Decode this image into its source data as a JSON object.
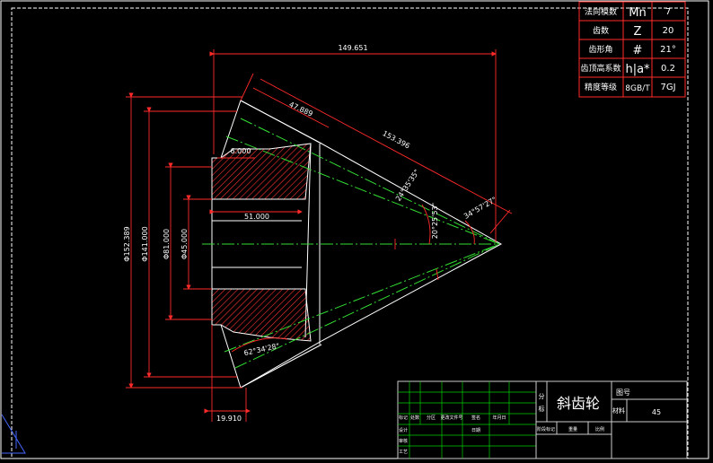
{
  "colors": {
    "background": "#000000",
    "frame": "#ffffff",
    "dimension": "#ff2a2a",
    "centerline": "#33dd33",
    "hatch": "#ff3333",
    "outline": "#ffffff",
    "titlebox": "#cccccc",
    "titlegrid": "#00d000"
  },
  "param_table": [
    {
      "name": "法向模数",
      "symbol": "Mn",
      "value": "7"
    },
    {
      "name": "齿数",
      "symbol": "Z",
      "value": "20"
    },
    {
      "name": "齿形角",
      "symbol": "#",
      "value": "21°"
    },
    {
      "name": "齿顶高系数",
      "symbol": "h|a*",
      "value": "0.2"
    },
    {
      "name": "精度等级",
      "symbol": "8GB/T",
      "value": "7GJ"
    }
  ],
  "dimensions": {
    "top_length": "149.651",
    "face_width": "47.889",
    "cone_distance": "153.396",
    "small_width": "6.000",
    "bore_length": "51.000",
    "angle_pitch": "24°35'35\"",
    "angle_root": "20°25'53\"",
    "angle_tip": "34°57'27\"",
    "angle_back": "62°34'28\"",
    "outer_dia": "Φ152.389",
    "dia_2": "Φ141.000",
    "dia_3": "Φ81.000",
    "dia_4": "Φ45.000",
    "bottom_len": "19.910"
  },
  "title_block": {
    "drawing_name": "斜齿轮",
    "part_label": "图号",
    "material_label": "材料",
    "material": "45",
    "side_label_1": "分",
    "side_label_2": "标",
    "row_labels": [
      "标记",
      "处数",
      "分区",
      "更改文件号",
      "签名",
      "年月日"
    ],
    "sign_labels": [
      "设计",
      "审核",
      "工艺"
    ],
    "date_label": "日期",
    "weight_labels": [
      "阶段标记",
      "重量",
      "比例"
    ]
  }
}
